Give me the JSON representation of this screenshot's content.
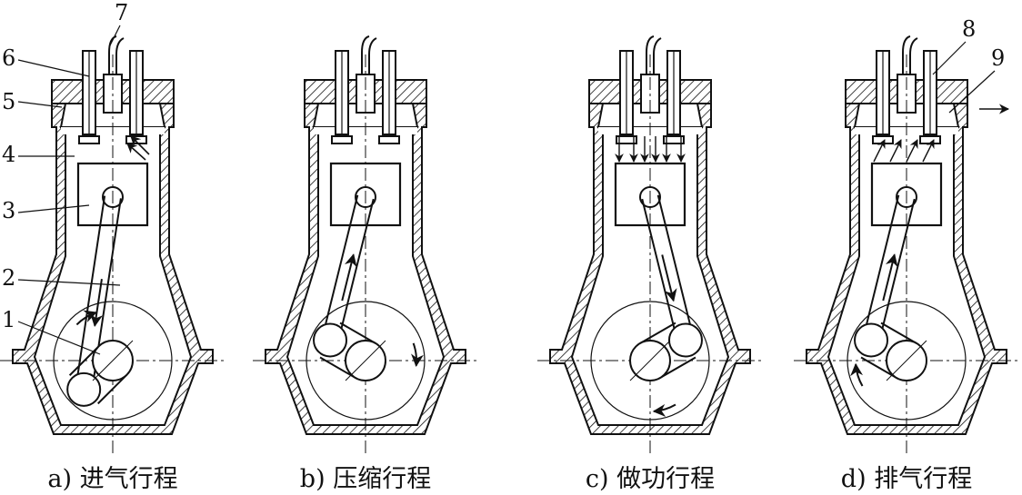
{
  "panels": [
    {
      "id": "a",
      "caption": "a) 进气行程",
      "crank_angle_deg": 225,
      "rod_arrow": "down",
      "crank_arrow_at_deg": 135,
      "valve_flow": "intake",
      "label_side": "left"
    },
    {
      "id": "b",
      "caption": "b) 压缩行程",
      "crank_angle_deg": 150,
      "rod_arrow": "up",
      "crank_arrow_at_deg": 20,
      "valve_flow": "none",
      "label_side": "none"
    },
    {
      "id": "c",
      "caption": "c) 做功行程",
      "crank_angle_deg": 30,
      "rod_arrow": "down",
      "crank_arrow_at_deg": 300,
      "valve_flow": "combustion",
      "label_side": "none"
    },
    {
      "id": "d",
      "caption": "d) 排气行程",
      "crank_angle_deg": 150,
      "rod_arrow": "up",
      "crank_arrow_at_deg": 210,
      "valve_flow": "exhaust",
      "label_side": "right"
    }
  ],
  "part_labels": {
    "left": [
      "1",
      "2",
      "3",
      "4",
      "5",
      "6",
      "7"
    ],
    "right": [
      "8",
      "9"
    ]
  }
}
